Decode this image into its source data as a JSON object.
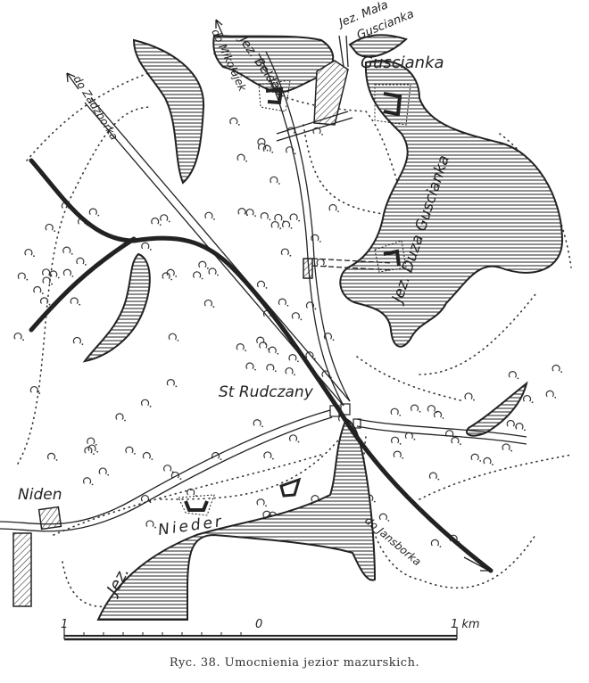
{
  "map": {
    "labels": {
      "lake_mala_guscianka_1": "Jez. Mała",
      "lake_mala_guscianka_2": "Guscianka",
      "village_guscianka": "Guscianka",
      "lake_beldan": "Jez. Beldan",
      "road_mikolajki": "do Mikołajek",
      "road_zadzborek": "do Zadzborka",
      "lake_duza_guscianka": "Jez. Duza Guscianka",
      "station_rudczany": "St Rudczany",
      "village_niden": "Niden",
      "lake_nieder_1": "Jez.",
      "lake_nieder_2": "Nieder",
      "road_jansbork": "do Jansborka"
    },
    "scale": {
      "left": "1",
      "center": "0",
      "right": "1 km"
    },
    "colors": {
      "ink": "#222222",
      "paper": "#ffffff"
    }
  },
  "caption": "Ryc. 38.   Umocnienia jezior mazurskich."
}
